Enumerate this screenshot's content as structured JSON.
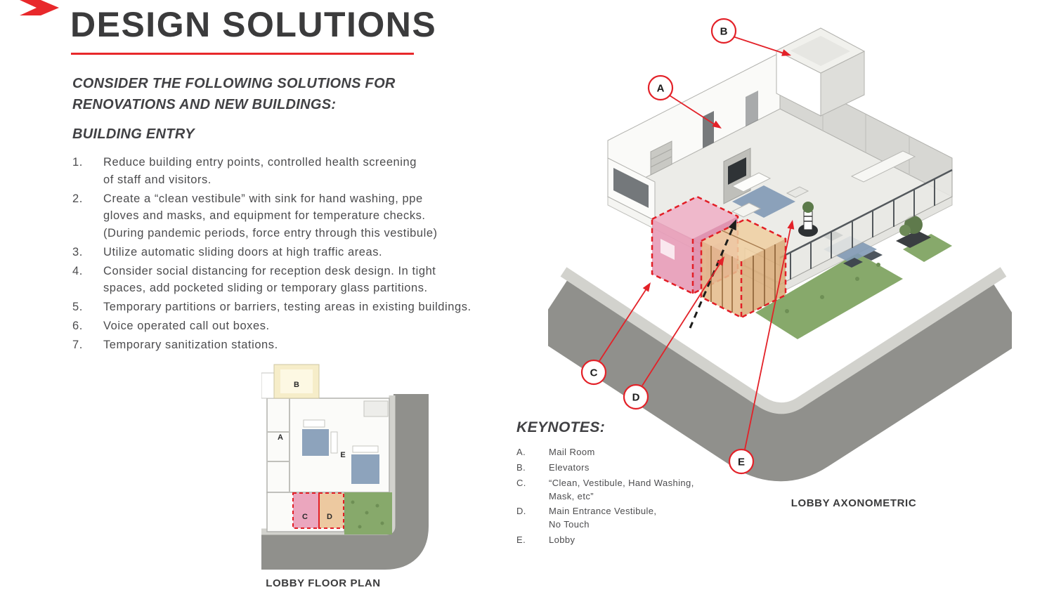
{
  "page": {
    "title": "DESIGN SOLUTIONS"
  },
  "intro": {
    "text": "CONSIDER THE FOLLOWING SOLUTIONS FOR\nRENOVATIONS AND NEW BUILDINGS:"
  },
  "building_entry": {
    "heading": "BUILDING ENTRY",
    "items": [
      {
        "num": "1.",
        "text": "Reduce building entry points, controlled health screening\nof staff and visitors."
      },
      {
        "num": "2.",
        "text": "Create a “clean vestibule” with sink for hand washing, ppe\ngloves and masks, and equipment for temperature checks.\n(During pandemic periods, force entry through this vestibule)"
      },
      {
        "num": "3.",
        "text": "Utilize automatic sliding doors at high traffic areas."
      },
      {
        "num": "4.",
        "text": "Consider social distancing for reception desk design. In tight\nspaces, add pocketed sliding or temporary glass partitions."
      },
      {
        "num": "5.",
        "text": "Temporary partitions or barriers, testing areas in existing buildings."
      },
      {
        "num": "6.",
        "text": "Voice operated call out boxes."
      },
      {
        "num": "7.",
        "text": "Temporary sanitization stations."
      }
    ]
  },
  "keynotes": {
    "heading": "KEYNOTES:",
    "items": [
      {
        "key": "A.",
        "label": "Mail Room"
      },
      {
        "key": "B.",
        "label": "Elevators"
      },
      {
        "key": "C.",
        "label": "“Clean, Vestibule, Hand Washing,\nMask, etc”"
      },
      {
        "key": "D.",
        "label": "Main Entrance Vestibule,\nNo Touch"
      },
      {
        "key": "E.",
        "label": "Lobby"
      }
    ]
  },
  "floor_plan": {
    "caption": "LOBBY FLOOR PLAN",
    "labels": {
      "a": "A",
      "b": "B",
      "c": "C",
      "d": "D",
      "e": "E"
    }
  },
  "axonometric": {
    "caption": "LOBBY AXONOMETRIC",
    "callouts": {
      "a": "A",
      "b": "B",
      "c": "C",
      "d": "D",
      "e": "E"
    }
  },
  "colors": {
    "accent_red": "#E8282B",
    "callout_red": "#E32128",
    "title_dark": "#3B3B3C",
    "body_text": "#4C4C4E",
    "road_gray": "#90908C",
    "sidewalk_gray": "#D2D2CD",
    "grass_green": "#87A96B",
    "vestibule_pink": "#EBA6BE",
    "entrance_tan": "#EDC9A0",
    "rug_blue": "#8199B5"
  }
}
